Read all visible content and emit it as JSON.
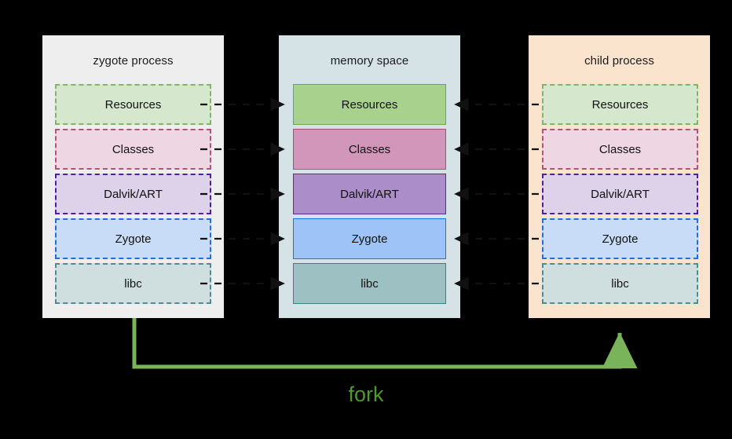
{
  "diagram": {
    "title_text": "fork",
    "fork_color": "#4e9a2e",
    "arrow_color": "#7ab45a",
    "connector_color": "#111111"
  },
  "panels": [
    {
      "id": "zygote",
      "label": "zygote process",
      "background": "#eeeeee",
      "style": "dashed",
      "rows": [
        {
          "label": "Resources",
          "fill": "#d5e8ce",
          "border": "#82b366"
        },
        {
          "label": "Classes",
          "fill": "#eed6e2",
          "border": "#b5517d"
        },
        {
          "label": "Dalvik/ART",
          "fill": "#ddd2ea",
          "border": "#4b21a0"
        },
        {
          "label": "Zygote",
          "fill": "#c8dbf7",
          "border": "#1f6ee8"
        },
        {
          "label": "libc",
          "fill": "#cfdfdf",
          "border": "#4a8d95"
        }
      ]
    },
    {
      "id": "memory",
      "label": "memory space",
      "background": "#d6e3e6",
      "style": "solid",
      "rows": [
        {
          "label": "Resources",
          "fill": "#a9d18e",
          "border": "#6aa84f"
        },
        {
          "label": "Classes",
          "fill": "#d296bb",
          "border": "#a64d79"
        },
        {
          "label": "Dalvik/ART",
          "fill": "#ab8dc9",
          "border": "#5b2b8e"
        },
        {
          "label": "Zygote",
          "fill": "#9dc3f7",
          "border": "#1f6ee8"
        },
        {
          "label": "libc",
          "fill": "#9dc0c2",
          "border": "#3d7f88"
        }
      ]
    },
    {
      "id": "child",
      "label": "child process",
      "background": "#fbe4cd",
      "style": "dashed",
      "rows": [
        {
          "label": "Resources",
          "fill": "#d5e8ce",
          "border": "#82b366"
        },
        {
          "label": "Classes",
          "fill": "#eed6e2",
          "border": "#b5517d"
        },
        {
          "label": "Dalvik/ART",
          "fill": "#ddd2ea",
          "border": "#4b21a0"
        },
        {
          "label": "Zygote",
          "fill": "#c8dbf7",
          "border": "#1f6ee8"
        },
        {
          "label": "libc",
          "fill": "#cfdfdf",
          "border": "#4a8d95"
        }
      ]
    }
  ]
}
